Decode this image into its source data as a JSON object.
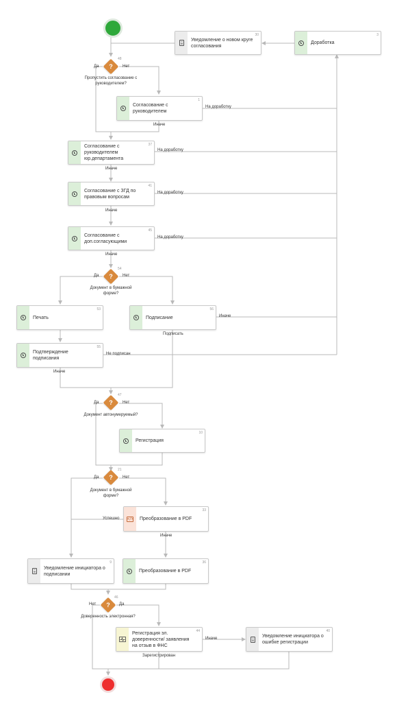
{
  "gateway_question_mark": "?",
  "nodes": {
    "n30": {
      "num": "30",
      "label": "Уведомление о новом круге согласования"
    },
    "n3": {
      "num": "3",
      "label": "Доработка"
    },
    "n1": {
      "num": "1",
      "label": "Согласование с руководителем"
    },
    "n37": {
      "num": "37",
      "label": "Согласование с руководителем юр.департамента"
    },
    "n41": {
      "num": "41",
      "label": "Согласование с ЗГД по правовым вопросам"
    },
    "n45": {
      "num": "45",
      "label": "Согласование с доп.согласующими"
    },
    "n53": {
      "num": "53",
      "label": "Печать"
    },
    "n56": {
      "num": "56",
      "label": "Подписание"
    },
    "n55": {
      "num": "55",
      "label": "Подтверждение подписания"
    },
    "n10": {
      "num": "10",
      "label": "Регистрация"
    },
    "n33": {
      "num": "33",
      "label": "Преобразование в PDF"
    },
    "n9": {
      "num": "9",
      "label": "Уведомление инициатора о подписании"
    },
    "n36": {
      "num": "36",
      "label": "Преобразование в PDF"
    },
    "n44": {
      "num": "44",
      "label": "Регистрация эл. доверенности/ заявления на отзыв в ФНС"
    },
    "n40": {
      "num": "40",
      "label": "Уведомление инициатора о ошибке регистрации"
    }
  },
  "gateways": {
    "g48": {
      "num": "48",
      "question": "Пропустить согласование с руководителем?",
      "yes": "Да",
      "no": "Нет"
    },
    "g54": {
      "num": "54",
      "question": "Документ в бумажной форме?",
      "yes": "Да",
      "no": "Нет"
    },
    "g47": {
      "num": "47",
      "question": "Документ автонумеруемый?",
      "yes": "Да",
      "no": "Нет"
    },
    "g21": {
      "num": "21",
      "question": "Документ в бумажной форме?",
      "yes": "Да",
      "no": "Нет"
    },
    "g46": {
      "num": "46",
      "question": "Доверенность электронная?",
      "yes": "Да",
      "no": "Нет"
    }
  },
  "edge_labels": {
    "rework_1": "На доработку",
    "rework_37": "На доработку",
    "rework_41": "На доработку",
    "rework_45": "На доработку",
    "else_1": "Иначе",
    "else_37": "Иначе",
    "else_41": "Иначе",
    "else_45": "Иначе",
    "else_56": "Иначе",
    "signed_56": "Подписать",
    "not_signed_55": "Не подписан",
    "else_55": "Иначе",
    "success_33": "Успешно",
    "else_33": "Иначе",
    "else_44": "Иначе",
    "registered_44": "Зарегистрирован"
  }
}
